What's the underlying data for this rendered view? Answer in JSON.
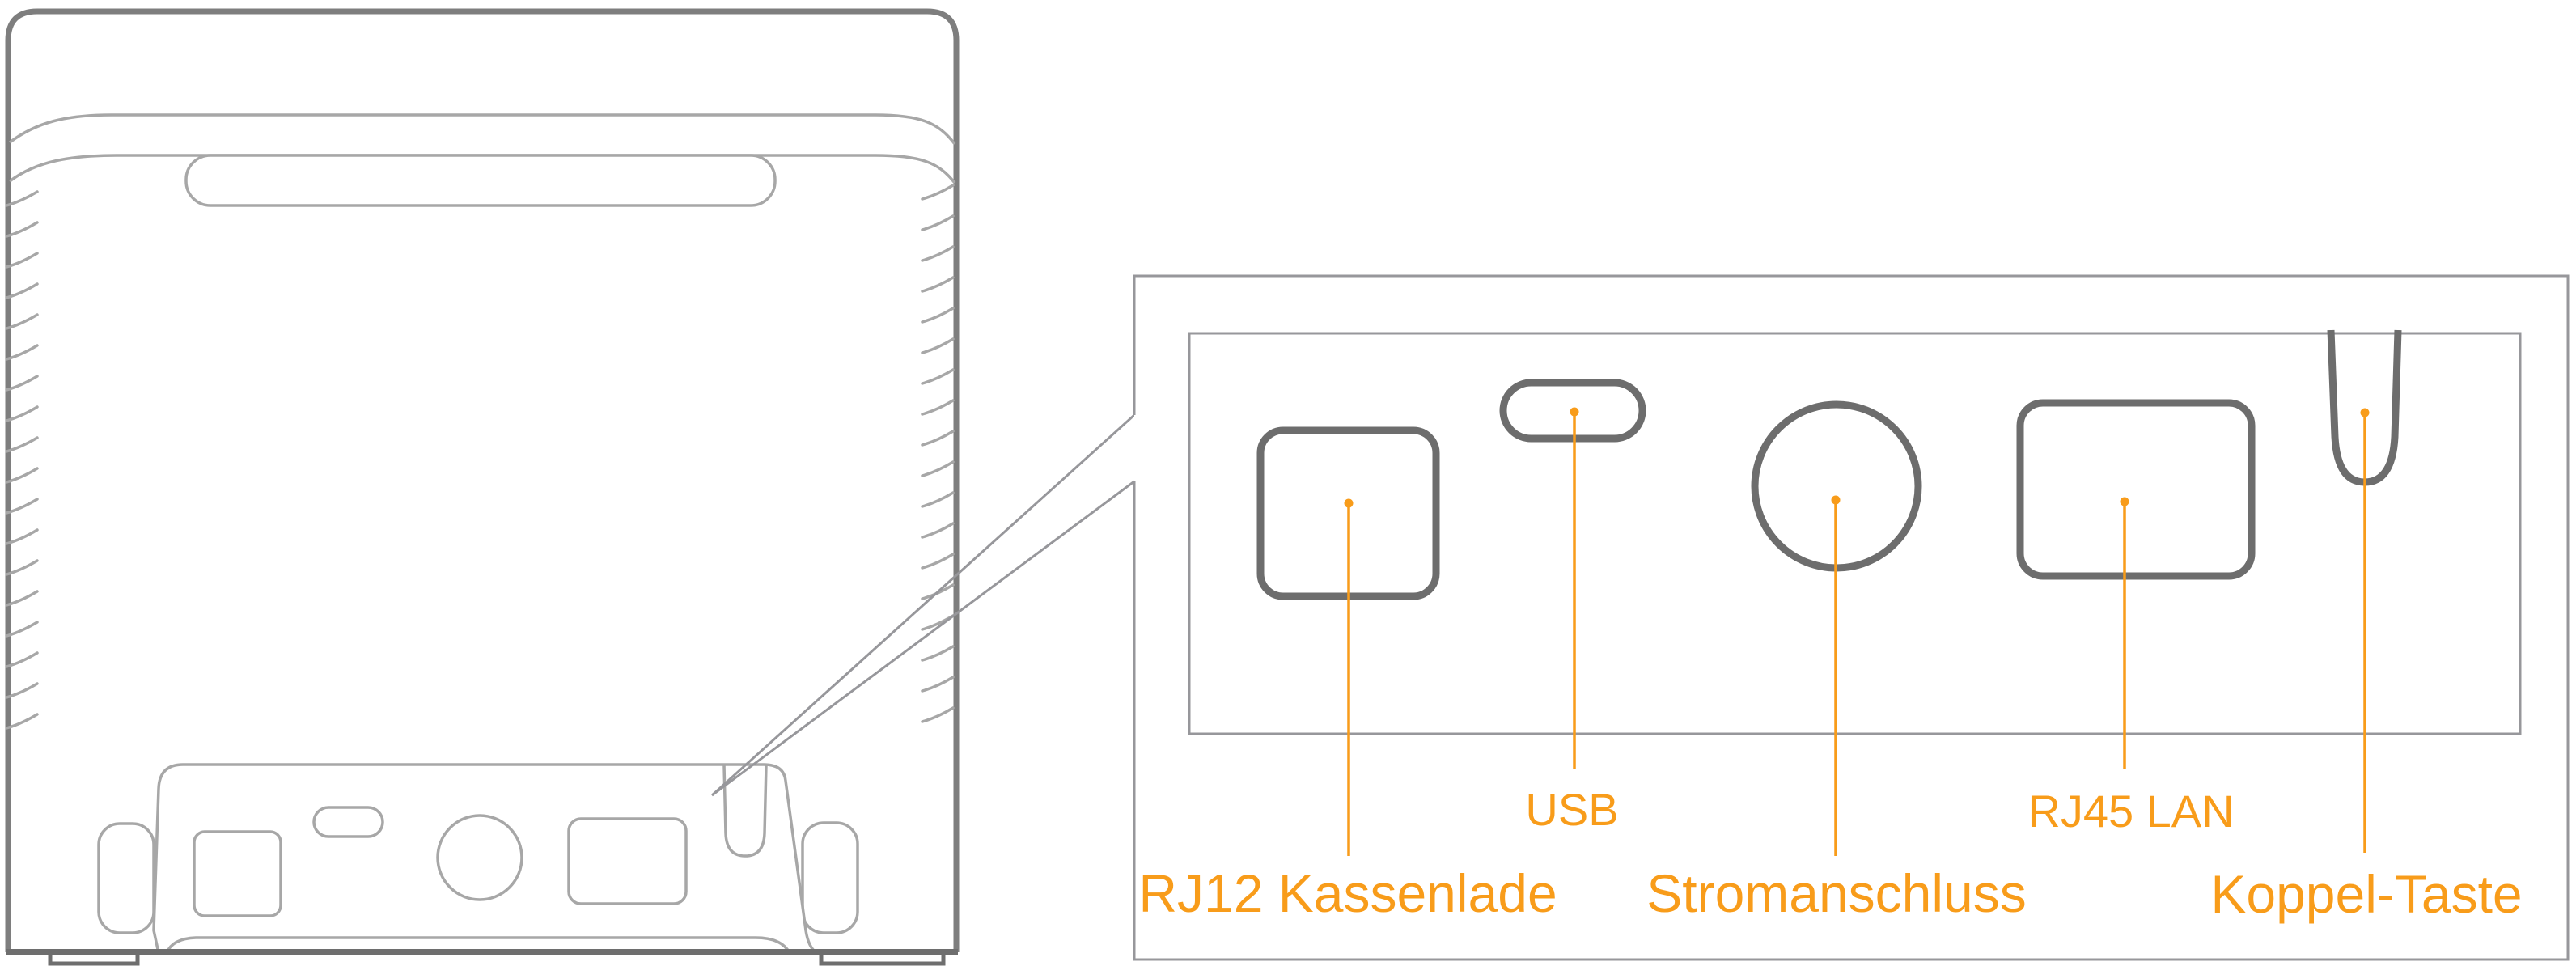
{
  "diagram": {
    "labels": {
      "rj12": "RJ12 Kassenlade",
      "usb": "USB",
      "power": "Stromanschluss",
      "rj45": "RJ45 LAN",
      "pair_button": "Koppel-Taste"
    },
    "colors": {
      "accent_orange": "#F89C1A",
      "device_outline": "#7E7E7E",
      "device_detail_line": "#A7A7A7",
      "magnifier_panel_border": "#97979B",
      "magnified_port_stroke": "#6D6D6D",
      "background": "#FFFFFF"
    }
  }
}
